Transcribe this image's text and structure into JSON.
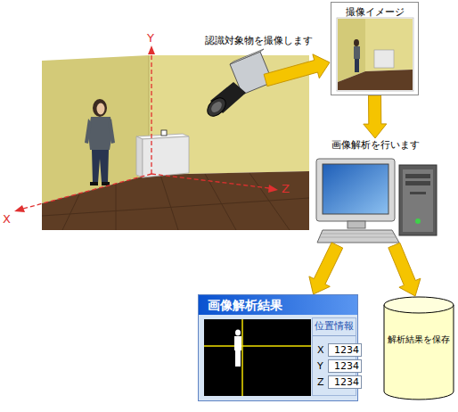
{
  "diagram": {
    "nodes": [
      {
        "text": [
          "撮像イメージ"
        ]
      },
      {
        "text": [
          "画像解析を行います"
        ]
      },
      {
        "text": [
          "画像解析結果"
        ]
      },
      {
        "text": [
          "位置情報"
        ],
        "in": 2
      },
      {
        "text": [
          "1234"
        ],
        "in": 3
      },
      {
        "text": [
          "1234"
        ],
        "in": 3
      },
      {
        "text": [
          "1234"
        ],
        "in": 3
      },
      {
        "text": [
          "解析結果を保存"
        ]
      }
    ],
    "edges": [
      {
        "from": 0,
        "to": 1,
        "arrow": "to"
      },
      {
        "from": 1,
        "to": 2,
        "arrow": "to"
      },
      {
        "from": 1,
        "to": 7,
        "arrow": "to"
      }
    ],
    "labels": [
      "認識対象物を撮像します",
      "Y",
      "Z",
      "X",
      "X",
      "Y",
      "Z"
    ]
  }
}
